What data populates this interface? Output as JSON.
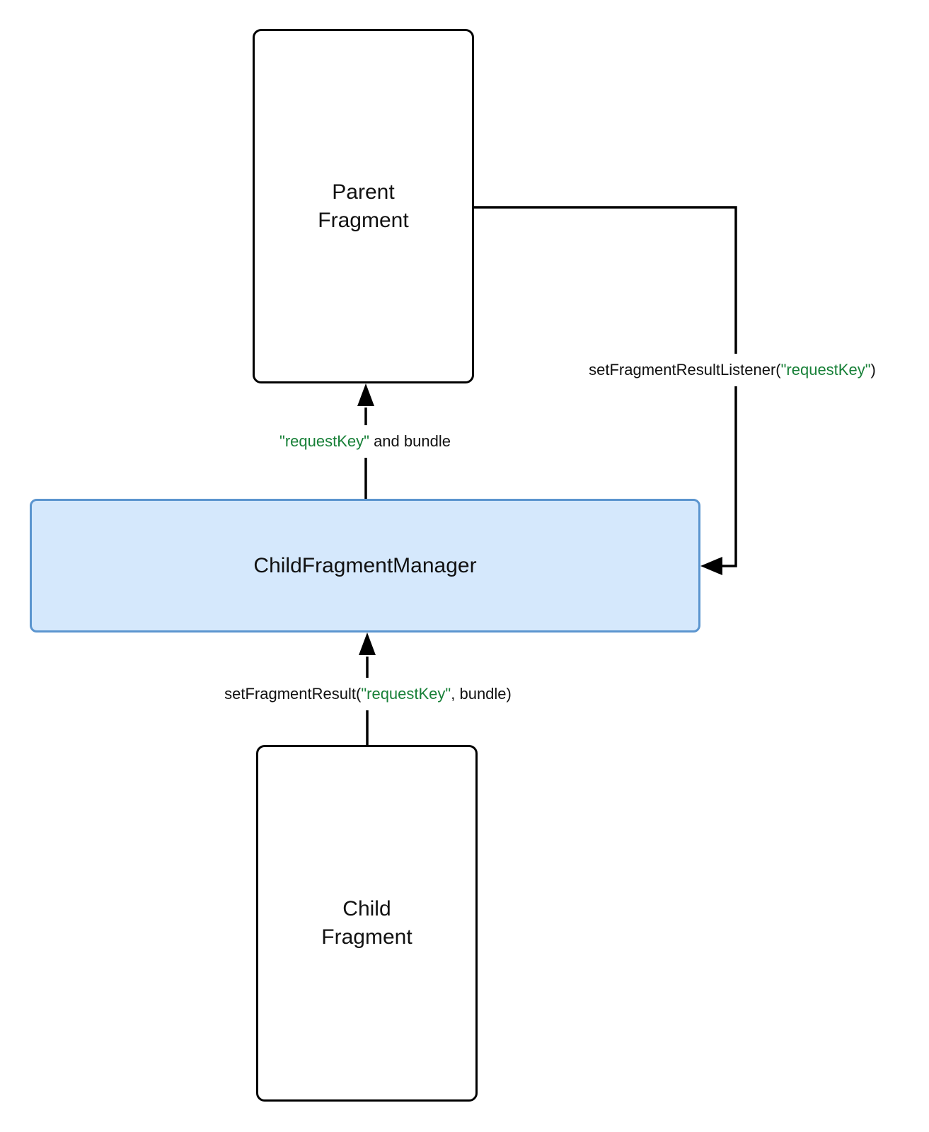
{
  "colors": {
    "key_green": "#188038",
    "box_blue_fill": "#d5e8fc",
    "box_blue_stroke": "#5b95cf",
    "line_black": "#000000",
    "text_black": "#111111"
  },
  "nodes": {
    "parent": {
      "label": "Parent\nFragment"
    },
    "manager": {
      "label": "ChildFragmentManager"
    },
    "child": {
      "label": "Child\nFragment"
    }
  },
  "edges": {
    "listener": {
      "prefix": "setFragmentResultListener(",
      "key": "\"requestKey\"",
      "suffix": ")"
    },
    "deliver": {
      "prefix": "",
      "key": "\"requestKey\"",
      "suffix": " and bundle"
    },
    "set_result": {
      "prefix": "setFragmentResult(",
      "key": "\"requestKey\"",
      "suffix": ", bundle)"
    }
  }
}
